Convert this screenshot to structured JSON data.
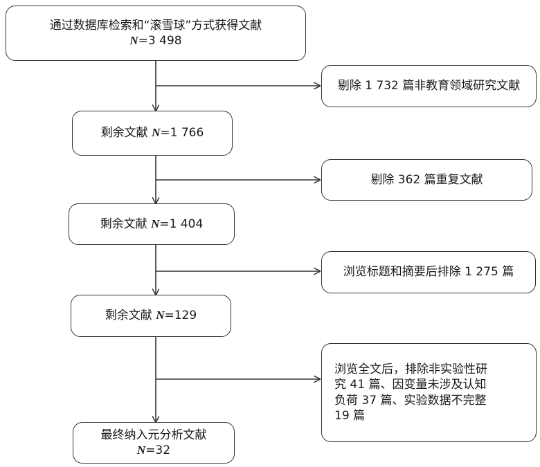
{
  "main_boxes": [
    {
      "lines": [
        {
          "text": "通过数据库检索和“滚雪球”方式获得文献"
        },
        {
          "n": "N",
          "text": "=3 498"
        }
      ]
    },
    {
      "lines": [
        {
          "text": "剩余文献 ",
          "n": "N",
          "suffix": "=1 766"
        }
      ]
    },
    {
      "lines": [
        {
          "text": "剩余文献 ",
          "n": "N",
          "suffix": "=1 404"
        }
      ]
    },
    {
      "lines": [
        {
          "text": "剩余文献 ",
          "n": "N",
          "suffix": "=129"
        }
      ]
    },
    {
      "lines": [
        {
          "text": "最终纳入元分析文献"
        },
        {
          "n": "N",
          "text": "=32"
        }
      ]
    }
  ],
  "exclusion_boxes": [
    {
      "lines": [
        "剔除 1 732 篇非教育领域研究文献"
      ]
    },
    {
      "lines": [
        "剔除 362 篇重复文献"
      ]
    },
    {
      "lines": [
        "浏览标题和摘要后排除 1 275 篇"
      ]
    },
    {
      "lines": [
        "浏览全文后，排除非实验性研",
        "究 41 篇、因变量未涉及认知",
        "负荷 37 篇、实验数据不完整",
        "19 篇"
      ]
    }
  ],
  "colors": {
    "stroke": "#333333",
    "text": "#1a1a1a"
  }
}
